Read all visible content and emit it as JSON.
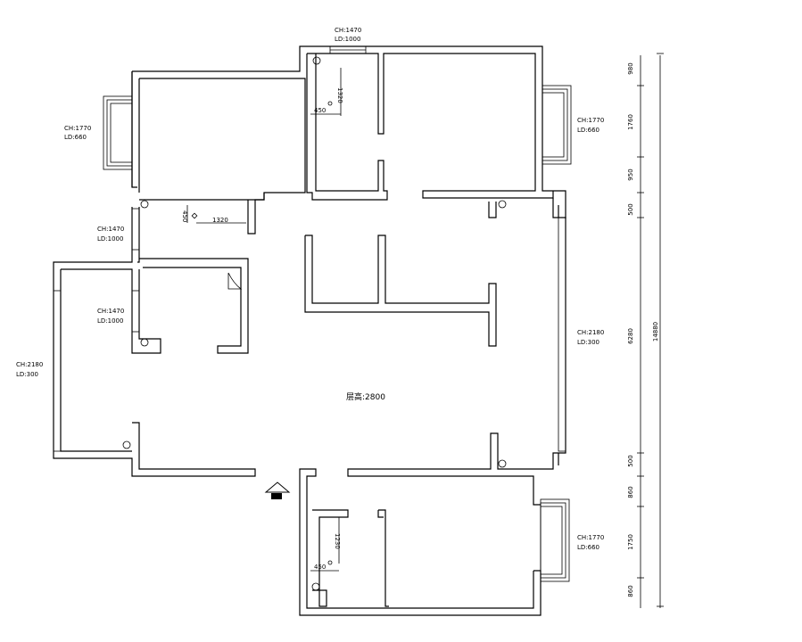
{
  "window_labels": {
    "top_ch": "CH:1470",
    "top_ld": "LD:1000",
    "left_upper_ch": "CH:1770",
    "left_upper_ld": "LD:660",
    "right_upper_ch": "CH:1770",
    "right_upper_ld": "LD:660",
    "left_mid_ch": "CH:1470",
    "left_mid_ld": "LD:1000",
    "left_inner_ch": "CH:1470",
    "left_inner_ld": "LD:1000",
    "left_balcony_ch": "CH:2180",
    "left_balcony_ld": "LD:300",
    "right_balcony_ch": "CH:2180",
    "right_balcony_ld": "LD:300",
    "right_lower_ch": "CH:1770",
    "right_lower_ld": "LD:660"
  },
  "dimensions": {
    "top_bath_v": "1320",
    "top_bath_h": "450",
    "mid_bath_v": "450",
    "mid_bath_h": "1320",
    "bottom_bath_v": "1230",
    "bottom_bath_h": "450",
    "right_1": "980",
    "right_2": "1760",
    "right_3": "950",
    "right_4": "500",
    "right_5": "6280",
    "right_6": "500",
    "right_7": "860",
    "right_8": "1750",
    "right_9": "860",
    "total": "14880"
  },
  "ceiling_height": "层高:2800"
}
